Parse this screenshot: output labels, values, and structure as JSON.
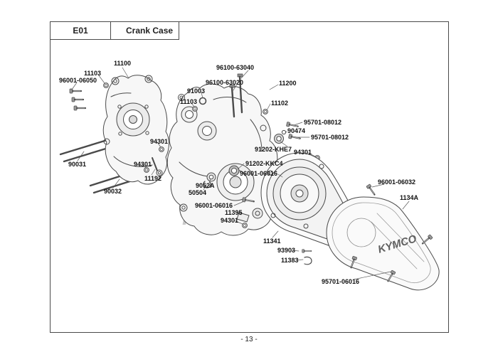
{
  "header": {
    "code": "E01",
    "title": "Crank Case"
  },
  "footer": {
    "page_number": "- 13 -"
  },
  "watermark": "KYMCO",
  "cover_logo": "KYMCO",
  "part_labels": [
    "11100",
    "11103",
    "96001-06050",
    "96100-63040",
    "96100-63020",
    "91003",
    "11103",
    "11200",
    "11102",
    "95701-08012",
    "90474",
    "95701-08012",
    "91202-KHE7",
    "94301",
    "94301",
    "90031",
    "94301",
    "11192",
    "90032",
    "91202-KKC4",
    "96001-06016",
    "9052A",
    "50504",
    "96001-06016",
    "11395",
    "94301",
    "96001-06032",
    "1134A",
    "11341",
    "93903",
    "11383",
    "95701-06016"
  ]
}
